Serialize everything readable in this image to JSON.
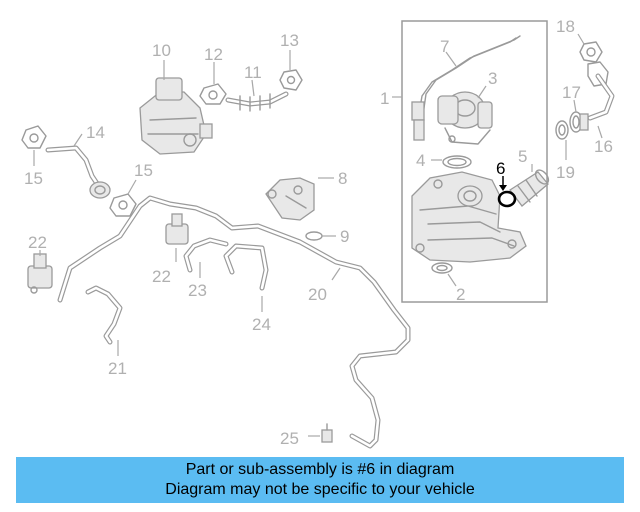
{
  "callouts": {
    "c1": "1",
    "c2": "2",
    "c3": "3",
    "c4": "4",
    "c5": "5",
    "c6": "6",
    "c7": "7",
    "c8": "8",
    "c9": "9",
    "c10": "10",
    "c11": "11",
    "c12": "12",
    "c13": "13",
    "c14": "14",
    "c15a": "15",
    "c15b": "15",
    "c16": "16",
    "c17": "17",
    "c18": "18",
    "c19": "19",
    "c20": "20",
    "c21": "21",
    "c22a": "22",
    "c22b": "22",
    "c23": "23",
    "c24": "24",
    "c25": "25"
  },
  "highlighted_part": "6",
  "colors": {
    "banner_bg": "#5bbcf2",
    "line_gray": "#9a9a9a",
    "label_gray": "#b0b0b0",
    "highlight": "#000000"
  },
  "banner": {
    "line1": "Part or sub-assembly is #6 in diagram",
    "line2": "Diagram may not be specific to your vehicle"
  }
}
